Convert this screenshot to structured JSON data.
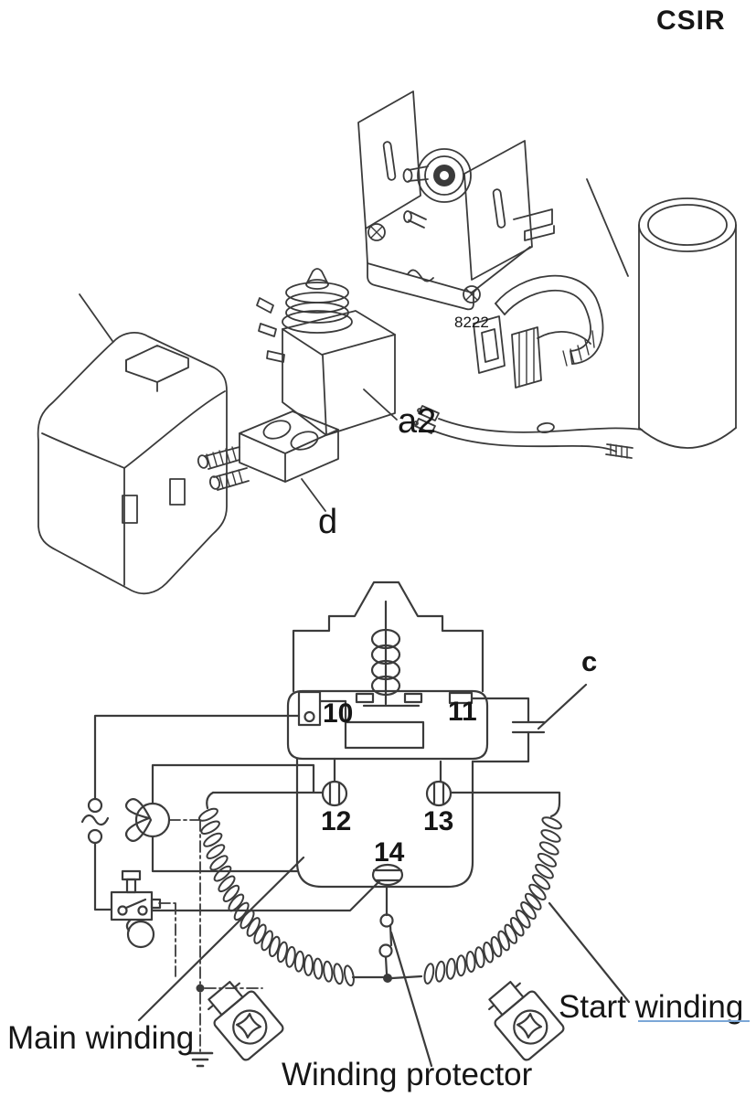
{
  "title": "CSIR",
  "exploded": {
    "part_code": "8222",
    "relay_label": "a2",
    "protector_label": "d"
  },
  "schematic": {
    "terminal_10": "10",
    "terminal_11": "11",
    "terminal_12": "12",
    "terminal_13": "13",
    "terminal_14": "14",
    "capacitor_label": "c",
    "main_winding": "Main winding",
    "start_winding": "Start winding",
    "winding_protector": "Winding protector"
  },
  "colors": {
    "line": "#3b3b3b",
    "text": "#161616",
    "underline": "#7ba7d7"
  }
}
